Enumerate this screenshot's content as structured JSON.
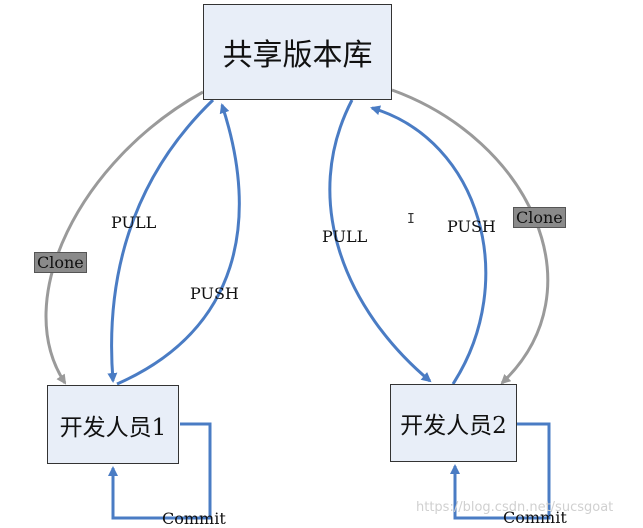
{
  "nodes": {
    "repo": "共享版本库",
    "dev1": "开发人员1",
    "dev2": "开发人员2"
  },
  "edges": {
    "clone_left": "Clone",
    "clone_right": "Clone",
    "pull_left": "PULL",
    "push_left": "PUSH",
    "pull_right": "PULL",
    "push_right": "PUSH",
    "commit_left": "Commit",
    "commit_right": "Commit"
  },
  "watermark": "https://blog.csdn.net/sucsgoat",
  "colors": {
    "box_fill": "#e8eef8",
    "blue_arrow": "#4a7cc4",
    "gray_arrow": "#9a9a9a",
    "clone_tag": "#8a8a8a"
  }
}
